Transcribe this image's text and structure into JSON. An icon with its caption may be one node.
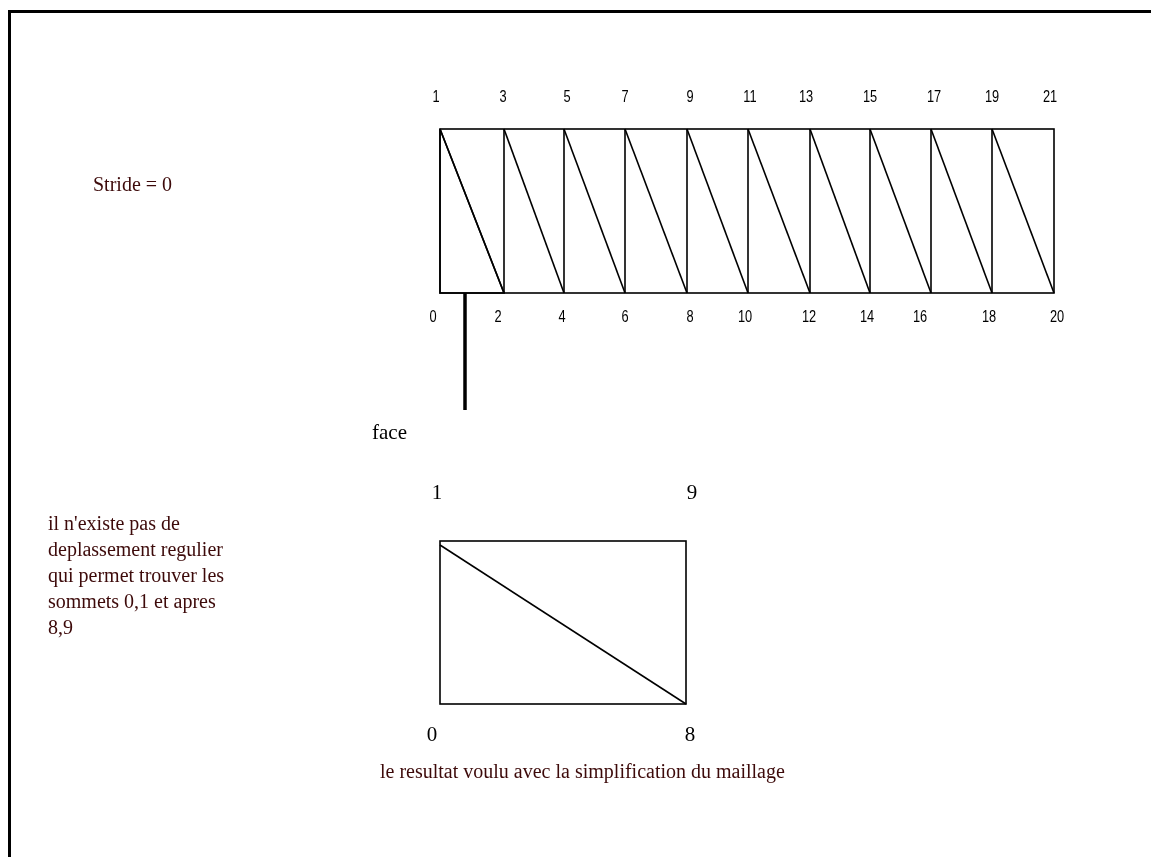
{
  "diagram": {
    "nodes": [
      {
        "text": [
          "face"
        ]
      },
      {
        "text": [],
        "shape": "triangle"
      }
    ],
    "edges": [
      {
        "from": 0,
        "to": 1,
        "arrow": "none"
      }
    ],
    "labels": [
      "1",
      "3",
      "5",
      "7",
      "9",
      "11",
      "13",
      "15",
      "17",
      "19",
      "21",
      "Stride = 0",
      "0",
      "2",
      "4",
      "6",
      "8",
      "10",
      "12",
      "14",
      "16",
      "18",
      "20",
      "1",
      "9",
      "il n'existe pas de deplassement regulier qui permet trouver les sommets 0,1 et apres 8,9",
      "0",
      "8",
      "le resultat voulu avec la simplification du maillage"
    ]
  }
}
